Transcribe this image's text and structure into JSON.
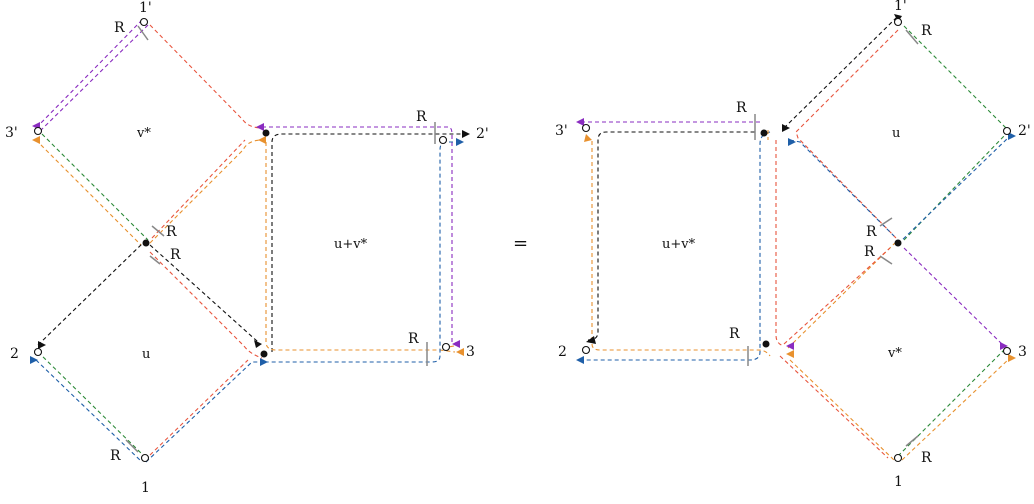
{
  "colors": {
    "red": "#e8553e",
    "green": "#2e8b3a",
    "blue": "#1f5fa8",
    "orange": "#e8912e",
    "purple": "#8a2cc0",
    "black": "#111111",
    "tick_gray": "#888888"
  },
  "left_diagram": {
    "face_v": "v*",
    "face_u": "u",
    "face_square": "u+v*",
    "port_top": "1'",
    "port_left_top": "3'",
    "port_left_bottom": "2",
    "port_bottom": "1",
    "port_right_top": "2'",
    "port_right_bottom": "3",
    "r_labels": [
      "R",
      "R",
      "R",
      "R",
      "R",
      "R"
    ]
  },
  "equals": "=",
  "right_diagram": {
    "face_square": "u+v*",
    "face_u": "u",
    "face_v": "v*",
    "port_top": "1'",
    "port_right_top": "2'",
    "port_left_top": "3'",
    "port_left_bottom": "2",
    "port_right_bottom": "3",
    "port_bottom": "1",
    "r_labels": [
      "R",
      "R",
      "R",
      "R",
      "R",
      "R"
    ]
  }
}
